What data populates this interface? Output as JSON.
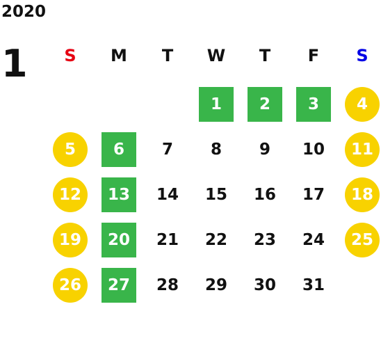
{
  "calendar": {
    "year": "2020",
    "month": "1",
    "weekdays": [
      {
        "label": "S",
        "color": "#e60012"
      },
      {
        "label": "M",
        "color": "#111111"
      },
      {
        "label": "T",
        "color": "#111111"
      },
      {
        "label": "W",
        "color": "#111111"
      },
      {
        "label": "T",
        "color": "#111111"
      },
      {
        "label": "F",
        "color": "#111111"
      },
      {
        "label": "S",
        "color": "#0000e6"
      }
    ],
    "colors": {
      "holiday_green": "#39b54a",
      "weekend_yellow": "#f8d200",
      "text": "#111111"
    },
    "weeks": [
      [
        null,
        null,
        null,
        {
          "d": "1",
          "type": "holiday"
        },
        {
          "d": "2",
          "type": "holiday"
        },
        {
          "d": "3",
          "type": "holiday"
        },
        {
          "d": "4",
          "type": "weekend"
        }
      ],
      [
        {
          "d": "5",
          "type": "weekend"
        },
        {
          "d": "6",
          "type": "holiday"
        },
        {
          "d": "7",
          "type": "normal"
        },
        {
          "d": "8",
          "type": "normal"
        },
        {
          "d": "9",
          "type": "normal"
        },
        {
          "d": "10",
          "type": "normal"
        },
        {
          "d": "11",
          "type": "weekend"
        }
      ],
      [
        {
          "d": "12",
          "type": "weekend"
        },
        {
          "d": "13",
          "type": "holiday"
        },
        {
          "d": "14",
          "type": "normal"
        },
        {
          "d": "15",
          "type": "normal"
        },
        {
          "d": "16",
          "type": "normal"
        },
        {
          "d": "17",
          "type": "normal"
        },
        {
          "d": "18",
          "type": "weekend"
        }
      ],
      [
        {
          "d": "19",
          "type": "weekend"
        },
        {
          "d": "20",
          "type": "holiday"
        },
        {
          "d": "21",
          "type": "normal"
        },
        {
          "d": "22",
          "type": "normal"
        },
        {
          "d": "23",
          "type": "normal"
        },
        {
          "d": "24",
          "type": "normal"
        },
        {
          "d": "25",
          "type": "weekend"
        }
      ],
      [
        {
          "d": "26",
          "type": "weekend"
        },
        {
          "d": "27",
          "type": "holiday"
        },
        {
          "d": "28",
          "type": "normal"
        },
        {
          "d": "29",
          "type": "normal"
        },
        {
          "d": "30",
          "type": "normal"
        },
        {
          "d": "31",
          "type": "normal"
        },
        null
      ]
    ]
  }
}
